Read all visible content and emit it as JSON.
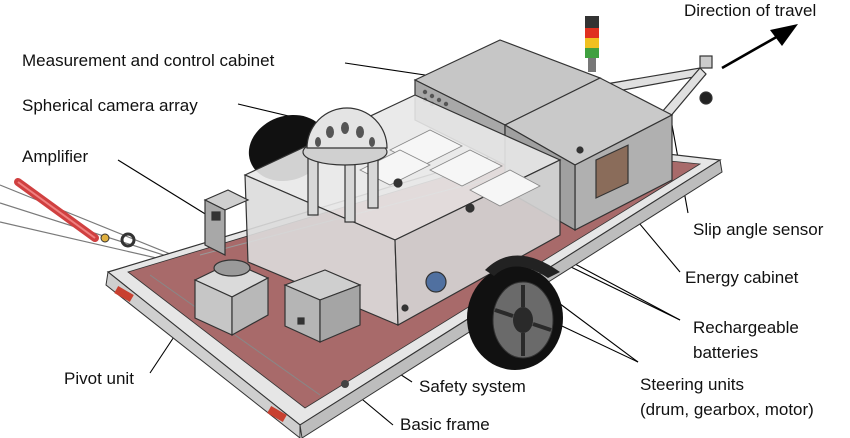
{
  "labels": {
    "direction": "Direction of travel",
    "measurement_cabinet": "Measurement and control cabinet",
    "camera_array": "Spherical camera array",
    "amplifier": "Amplifier",
    "slip_angle_sensor": "Slip angle sensor",
    "energy_cabinet": "Energy cabinet",
    "batteries_line1": "Rechargeable",
    "batteries_line2": "batteries",
    "pivot_unit": "Pivot unit",
    "safety_system": "Safety system",
    "steering_line1": "Steering units",
    "steering_line2": "(drum, gearbox, motor)",
    "basic_frame": "Basic frame"
  },
  "colors": {
    "frame": "#d9d9d9",
    "floor": "#b07070",
    "cabinet": "#bdbdbd",
    "glass": "#e4e4e4",
    "cable": "#d04040",
    "signal_red": "#e03020",
    "signal_yellow": "#f0c020",
    "signal_green": "#40a040",
    "text": "#111111"
  }
}
